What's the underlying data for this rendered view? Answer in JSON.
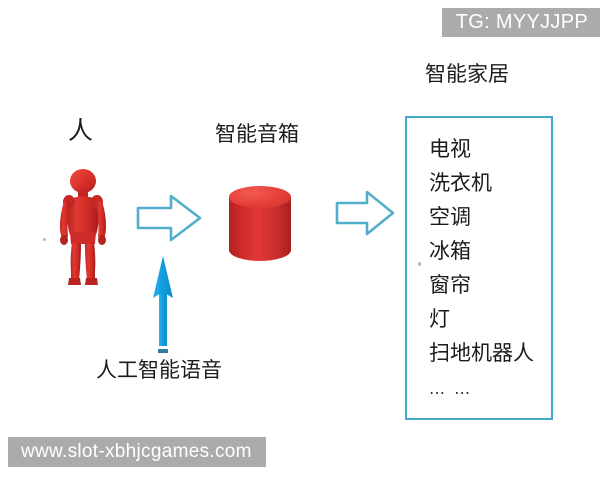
{
  "watermarks": {
    "telegram": "TG: MYYJJPP",
    "site": "www.slot-xbhjcgames.com"
  },
  "diagram": {
    "title_person": "人",
    "title_speaker": "智能音箱",
    "title_smart_home": "智能家居",
    "label_ai_voice": "人工智能语音",
    "nodes": [
      {
        "id": "person",
        "label": "人",
        "icon": "person-figure-icon"
      },
      {
        "id": "speaker",
        "label": "智能音箱",
        "icon": "cylinder-speaker-icon"
      },
      {
        "id": "smart-home",
        "label": "智能家居",
        "icon": "device-list-box"
      }
    ],
    "arrows": [
      {
        "id": "arrow-person-to-speaker",
        "icon": "block-arrow-right-icon",
        "direction": "right",
        "style": "outline"
      },
      {
        "id": "arrow-speaker-to-home",
        "icon": "block-arrow-right-icon",
        "direction": "right",
        "style": "outline"
      },
      {
        "id": "arrow-ai-voice-up",
        "icon": "arrow-up-icon",
        "direction": "up",
        "style": "solid"
      }
    ],
    "devices": [
      "电视",
      "洗衣机",
      "空调",
      "冰箱",
      "窗帘",
      "灯",
      "扫地机器人",
      "… …"
    ]
  },
  "colors": {
    "figure_red": "#d62b28",
    "speaker_red": "#e0382f",
    "arrow_outline": "#45a8c8",
    "arrow_solid_blue": "#14a0e0",
    "box_border": "#45a8c8",
    "watermark_bg": "#ababab",
    "watermark_text": "#ffffff",
    "text": "#1c1c1c"
  }
}
